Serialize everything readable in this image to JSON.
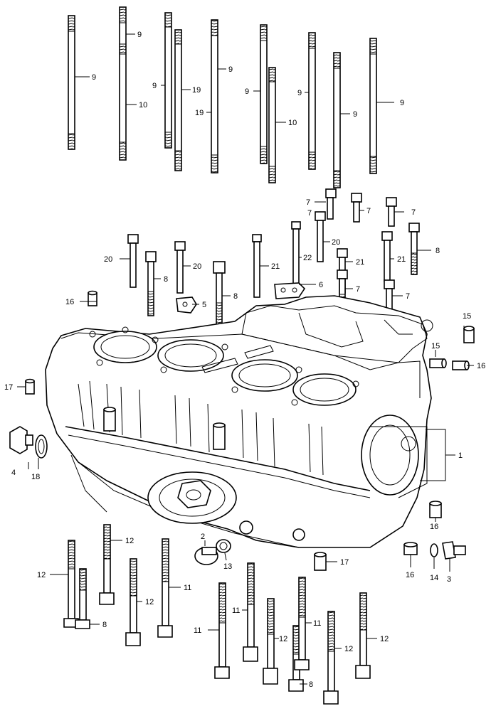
{
  "callouts": [
    {
      "id": "c9a",
      "text": "9"
    },
    {
      "id": "c9b",
      "text": "9"
    },
    {
      "id": "c10a",
      "text": "10"
    },
    {
      "id": "c9c",
      "text": "9"
    },
    {
      "id": "c19a",
      "text": "19"
    },
    {
      "id": "c9d",
      "text": "9"
    },
    {
      "id": "c19b",
      "text": "19"
    },
    {
      "id": "c9e",
      "text": "9"
    },
    {
      "id": "c10b",
      "text": "10"
    },
    {
      "id": "c9f",
      "text": "9"
    },
    {
      "id": "c9g",
      "text": "9"
    },
    {
      "id": "c9h",
      "text": "9"
    },
    {
      "id": "c7a",
      "text": "7"
    },
    {
      "id": "c7b",
      "text": "7"
    },
    {
      "id": "c7c",
      "text": "7"
    },
    {
      "id": "c7d",
      "text": "7"
    },
    {
      "id": "c20a",
      "text": "20"
    },
    {
      "id": "c8a",
      "text": "8"
    },
    {
      "id": "c20b",
      "text": "20"
    },
    {
      "id": "c8b",
      "text": "8"
    },
    {
      "id": "c20c",
      "text": "20"
    },
    {
      "id": "c21a",
      "text": "21"
    },
    {
      "id": "c22",
      "text": "22"
    },
    {
      "id": "c21b",
      "text": "21"
    },
    {
      "id": "c21c",
      "text": "21"
    },
    {
      "id": "c6",
      "text": "6"
    },
    {
      "id": "c7e",
      "text": "7"
    },
    {
      "id": "c7f",
      "text": "7"
    },
    {
      "id": "c8c",
      "text": "8"
    },
    {
      "id": "c5",
      "text": "5"
    },
    {
      "id": "c16a",
      "text": "16"
    },
    {
      "id": "c15a",
      "text": "15"
    },
    {
      "id": "c15b",
      "text": "15"
    },
    {
      "id": "c16b",
      "text": "16"
    },
    {
      "id": "c17a",
      "text": "17"
    },
    {
      "id": "c1",
      "text": "1"
    },
    {
      "id": "c4",
      "text": "4"
    },
    {
      "id": "c18",
      "text": "18"
    },
    {
      "id": "c16c",
      "text": "16"
    },
    {
      "id": "c2",
      "text": "2"
    },
    {
      "id": "c12a",
      "text": "12"
    },
    {
      "id": "c12b",
      "text": "12"
    },
    {
      "id": "c13",
      "text": "13"
    },
    {
      "id": "c17b",
      "text": "17"
    },
    {
      "id": "c16d",
      "text": "16"
    },
    {
      "id": "c14",
      "text": "14"
    },
    {
      "id": "c3",
      "text": "3"
    },
    {
      "id": "c11a",
      "text": "11"
    },
    {
      "id": "c12c",
      "text": "12"
    },
    {
      "id": "c8d",
      "text": "8"
    },
    {
      "id": "c11b",
      "text": "11"
    },
    {
      "id": "c11c",
      "text": "11"
    },
    {
      "id": "c11d",
      "text": "11"
    },
    {
      "id": "c12d",
      "text": "12"
    },
    {
      "id": "c12e",
      "text": "12"
    },
    {
      "id": "c12f",
      "text": "12"
    },
    {
      "id": "c8e",
      "text": "8"
    }
  ]
}
